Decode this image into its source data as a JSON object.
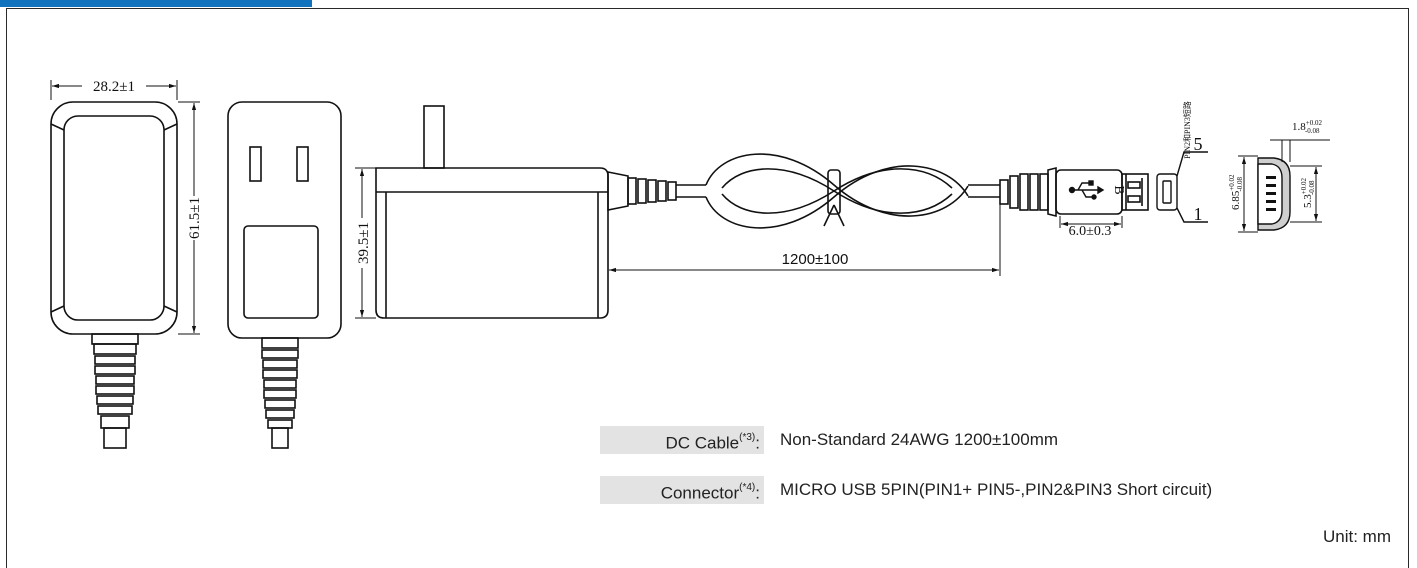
{
  "header": {
    "accent_color": "#1173bd"
  },
  "dimensions": {
    "front_width": "28.2±1",
    "front_height": "61.5±1",
    "side_height": "39.5±1",
    "cable_length": "1200±100",
    "connector_length": "6.0±0.3",
    "plug_thickness": "1.8",
    "plug_thickness_tol_plus": "+0.02",
    "plug_thickness_tol_minus": "-0.08",
    "plug_outer_height": "6.85",
    "plug_outer_tol_plus": "+0.02",
    "plug_outer_tol_minus": "-0.08",
    "plug_inner_height": "5.3",
    "plug_inner_tol_plus": "+0.02",
    "plug_inner_tol_minus": "-0.08",
    "pin_note": "PIN2和PIN3短路",
    "pin_top": "5",
    "pin_bottom": "1",
    "plug_marking": "B"
  },
  "specs": [
    {
      "label": "DC Cable",
      "ref": "(*3)",
      "sep": ":",
      "value": "Non-Standard  24AWG  1200±100mm"
    },
    {
      "label": "Connector",
      "ref": "(*4)",
      "sep": ":",
      "value": "MICRO USB 5PIN(PIN1+ PIN5-,PIN2&PIN3 Short circuit)"
    }
  ],
  "unit_note": "Unit: mm"
}
